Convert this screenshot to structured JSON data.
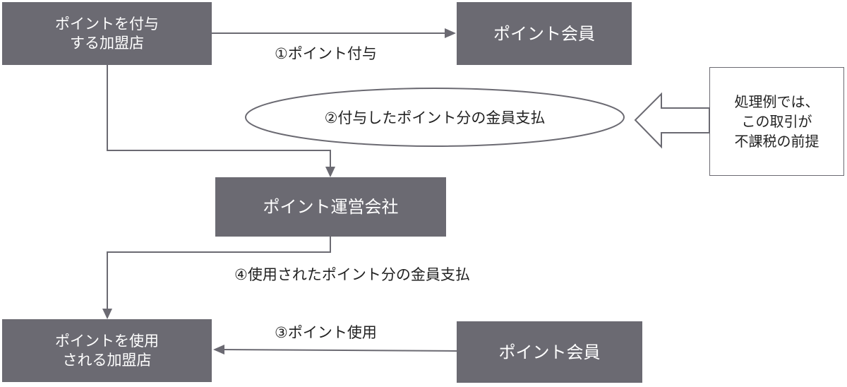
{
  "nodes": {
    "merchant_award": {
      "lines": [
        "ポイントを付与",
        "する加盟店"
      ]
    },
    "member_top": {
      "lines": [
        "ポイント会員"
      ]
    },
    "operator": {
      "lines": [
        "ポイント運営会社"
      ]
    },
    "merchant_use": {
      "lines": [
        "ポイントを使用",
        "される加盟店"
      ]
    },
    "member_bottom": {
      "lines": [
        "ポイント会員"
      ]
    }
  },
  "flows": {
    "step1": "①ポイント付与",
    "step2": "②付与したポイント分の金員支払",
    "step3": "③ポイント使用",
    "step4": "④使用されたポイント分の金員支払"
  },
  "note": {
    "lines": [
      "処理例では、",
      "この取引が",
      "不課税の前提"
    ]
  },
  "colors": {
    "box_fill": "#6b6a72",
    "box_text": "#ffffff",
    "line": "#6b6a72",
    "text": "#222222"
  }
}
